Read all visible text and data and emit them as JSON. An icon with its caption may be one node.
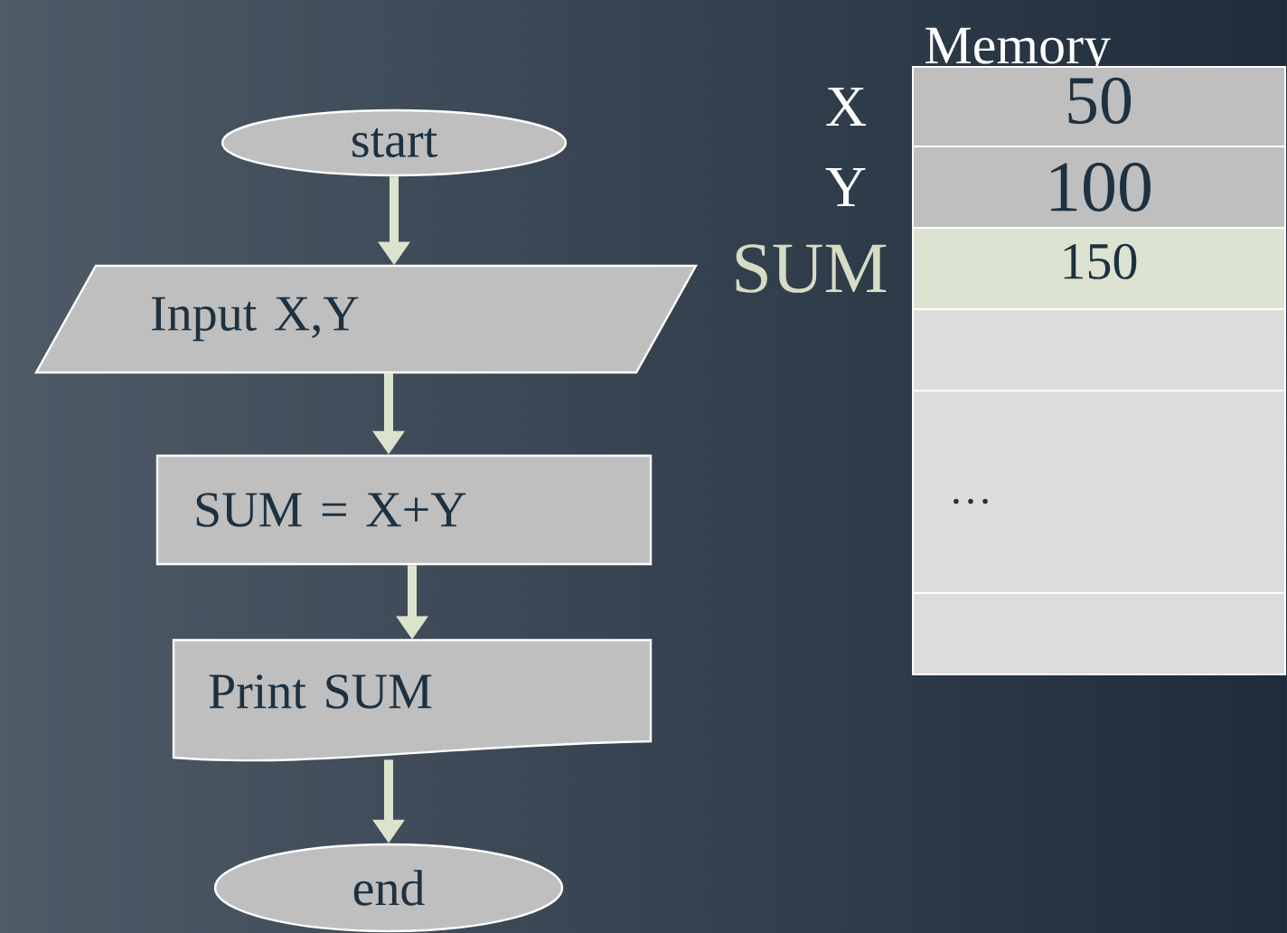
{
  "diagram": {
    "nodes": [
      {
        "text": [
          "start"
        ]
      },
      {
        "text": [
          "Input X,Y"
        ]
      },
      {
        "text": [
          "SUM = X+Y"
        ]
      },
      {
        "text": [
          "Print SUM"
        ]
      },
      {
        "text": [
          "end"
        ]
      },
      {
        "text": [
          "50"
        ],
        "beside": [
          "X"
        ]
      },
      {
        "text": [
          "100"
        ],
        "beside": [
          "Y"
        ]
      },
      {
        "text": [
          "150"
        ],
        "beside": [
          "SUM"
        ]
      },
      {
        "text": [],
        "shape": "box"
      },
      {
        "text": [
          "…"
        ]
      },
      {
        "text": [],
        "shape": "box"
      }
    ],
    "edges": [
      {
        "from": 0,
        "to": 1,
        "arrow": "to"
      },
      {
        "from": 1,
        "to": 2,
        "arrow": "to"
      },
      {
        "from": 2,
        "to": 3,
        "arrow": "to"
      },
      {
        "from": 3,
        "to": 4,
        "arrow": "to"
      }
    ],
    "labels": [
      "Memory"
    ]
  }
}
